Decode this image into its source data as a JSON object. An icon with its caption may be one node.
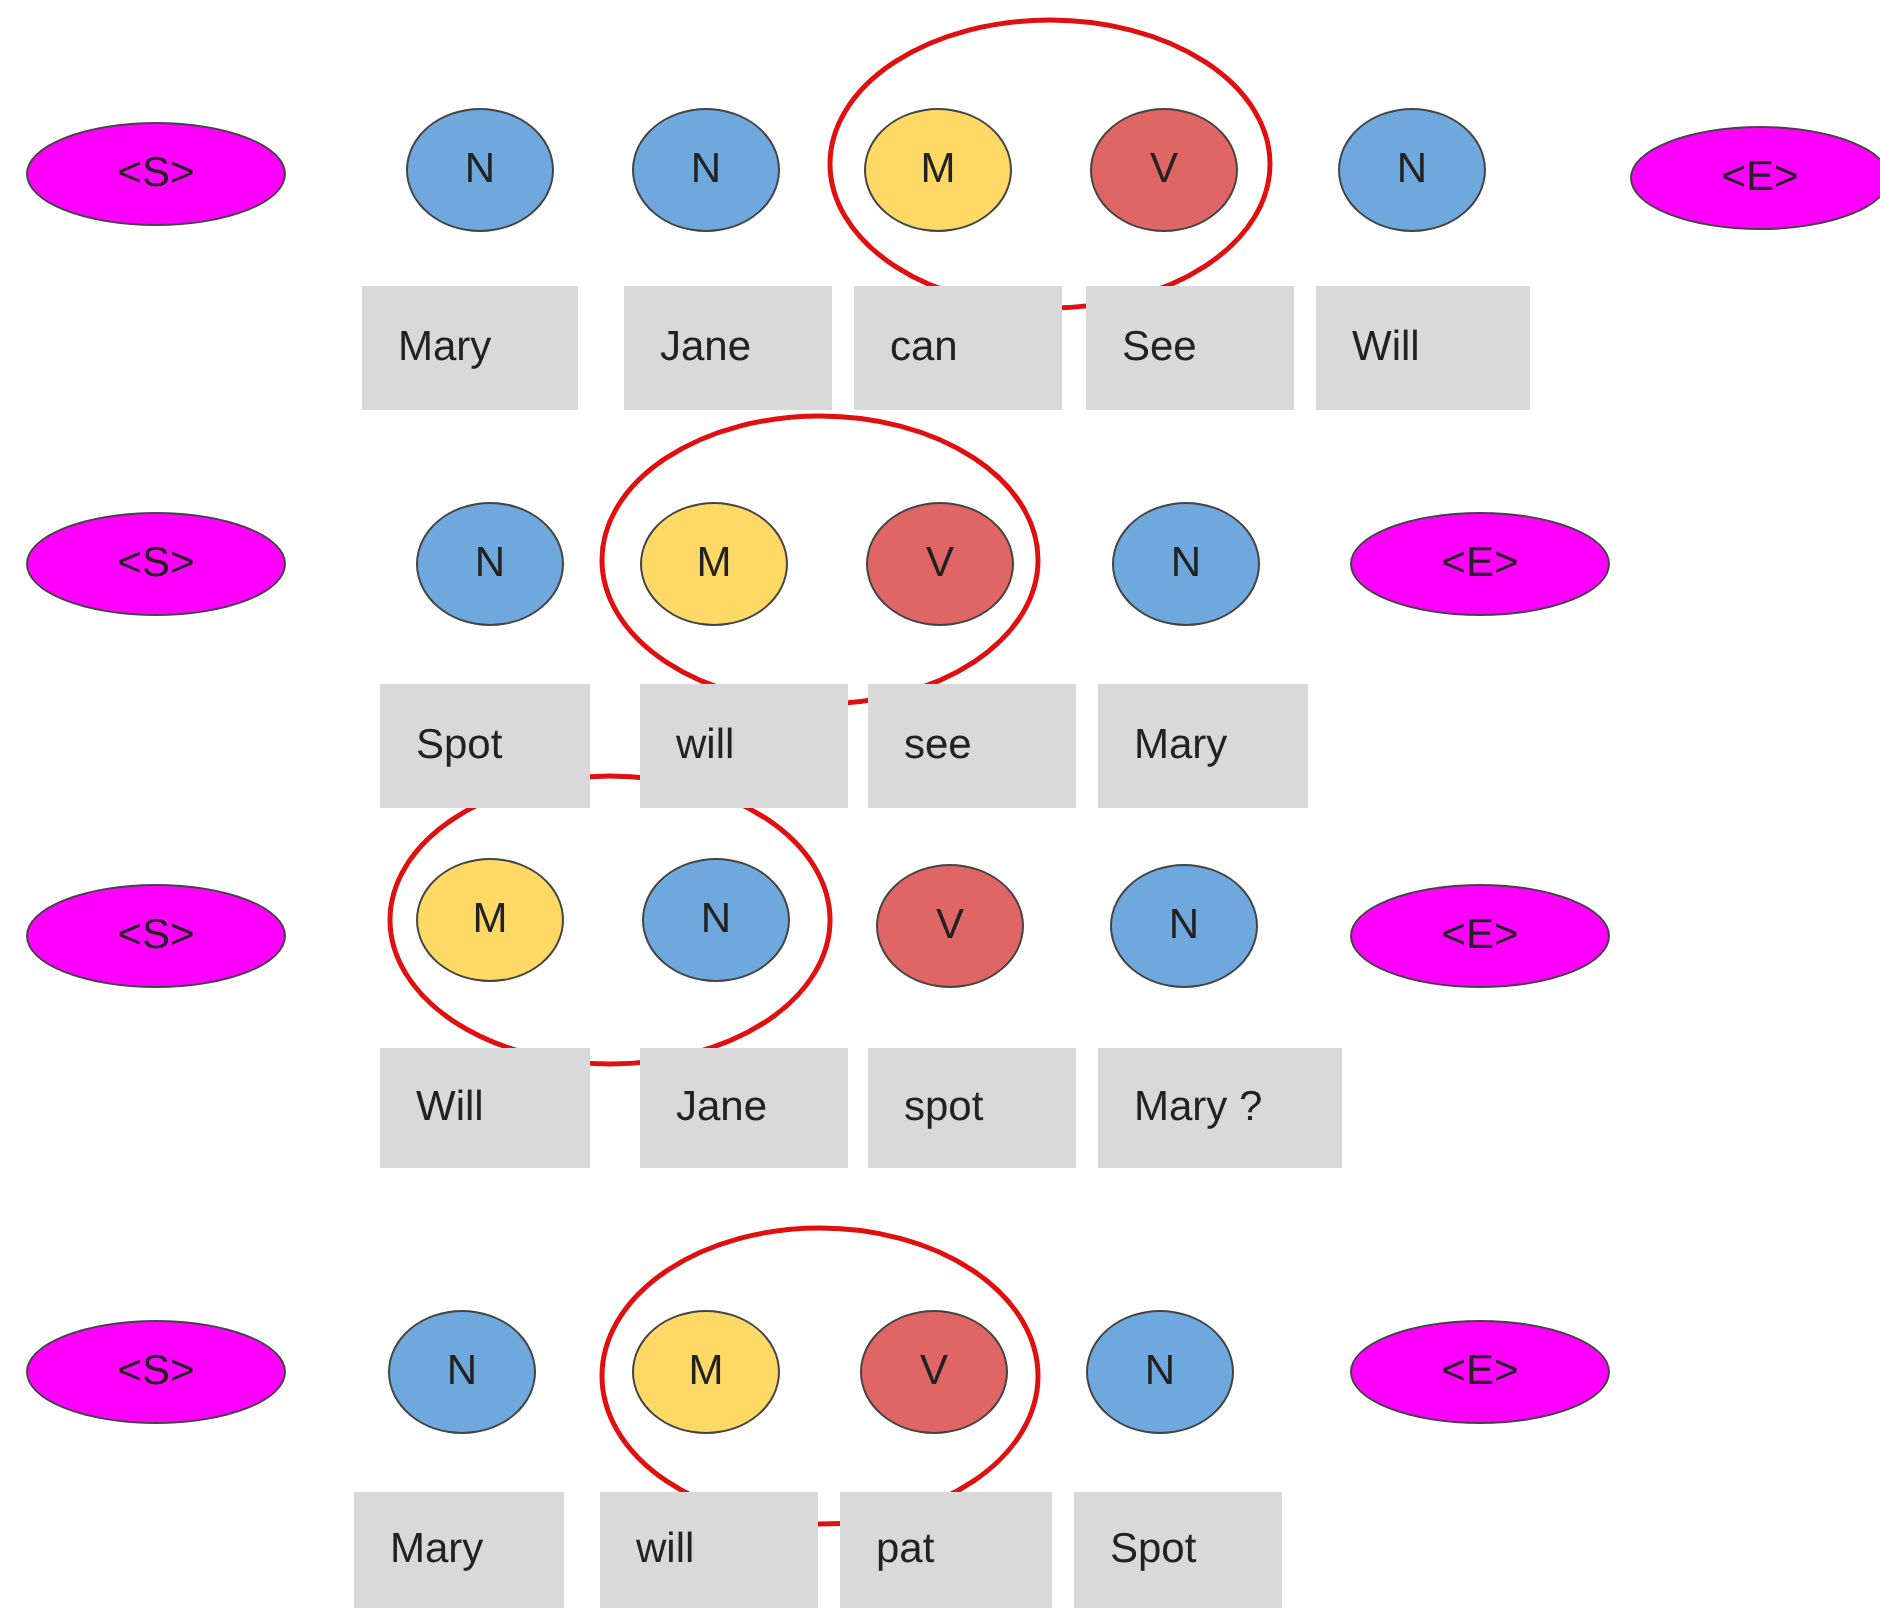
{
  "diagram": {
    "nodes": [
      {
        "text": [
          "<S>"
        ]
      },
      {
        "text": [
          "N"
        ]
      },
      {
        "text": [
          "N"
        ]
      },
      {
        "text": [
          "M"
        ]
      },
      {
        "text": [
          "V"
        ]
      },
      {
        "text": [
          "N"
        ]
      },
      {
        "text": [
          "<E>"
        ]
      },
      {
        "text": [
          "Mary"
        ]
      },
      {
        "text": [
          "Jane"
        ]
      },
      {
        "text": [
          "can"
        ]
      },
      {
        "text": [
          "See"
        ]
      },
      {
        "text": [
          "Will"
        ]
      },
      {
        "text": [
          "<S>"
        ]
      },
      {
        "text": [
          "N"
        ]
      },
      {
        "text": [
          "M"
        ]
      },
      {
        "text": [
          "V"
        ]
      },
      {
        "text": [
          "N"
        ]
      },
      {
        "text": [
          "<E>"
        ]
      },
      {
        "text": [
          "Spot"
        ]
      },
      {
        "text": [
          "will"
        ]
      },
      {
        "text": [
          "see"
        ]
      },
      {
        "text": [
          "Mary"
        ]
      },
      {
        "text": [
          "<S>"
        ]
      },
      {
        "text": [
          "M"
        ]
      },
      {
        "text": [
          "N"
        ]
      },
      {
        "text": [
          "V"
        ]
      },
      {
        "text": [
          "N"
        ]
      },
      {
        "text": [
          "<E>"
        ]
      },
      {
        "text": [
          "Will"
        ]
      },
      {
        "text": [
          "Jane"
        ]
      },
      {
        "text": [
          "spot"
        ]
      },
      {
        "text": [
          "Mary ?"
        ]
      },
      {
        "text": [
          "<S>"
        ]
      },
      {
        "text": [
          "N"
        ]
      },
      {
        "text": [
          "M"
        ]
      },
      {
        "text": [
          "V"
        ]
      },
      {
        "text": [
          "N"
        ]
      },
      {
        "text": [
          "<E>"
        ]
      },
      {
        "text": [
          "Mary"
        ]
      },
      {
        "text": [
          "will"
        ]
      },
      {
        "text": [
          "pat"
        ]
      },
      {
        "text": [
          "Spot"
        ]
      }
    ]
  }
}
